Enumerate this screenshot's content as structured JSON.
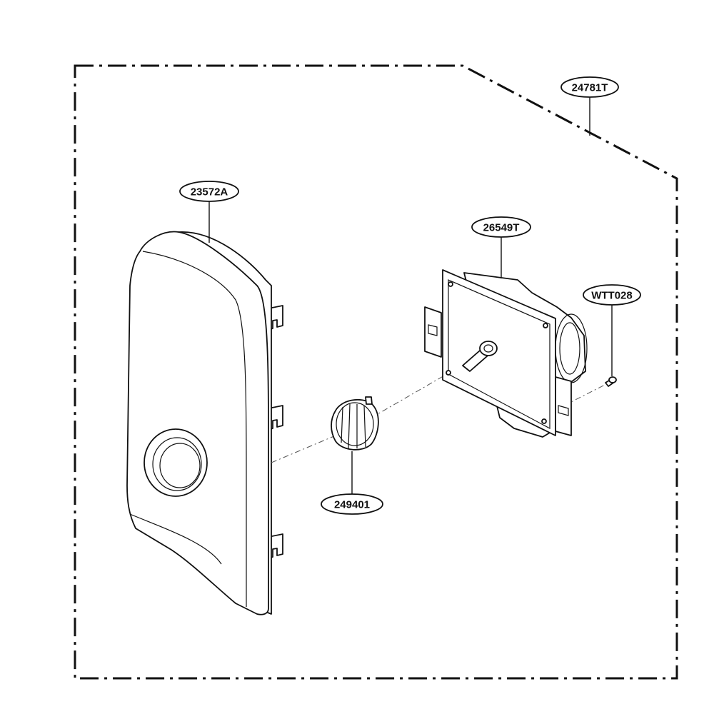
{
  "diagram": {
    "colors": {
      "stroke": "#111111",
      "background": "#ffffff"
    },
    "callouts": {
      "assembly": "24781T",
      "cover": "23572A",
      "timer": "26549T",
      "knob": "249401",
      "screw": "WTT028"
    }
  }
}
